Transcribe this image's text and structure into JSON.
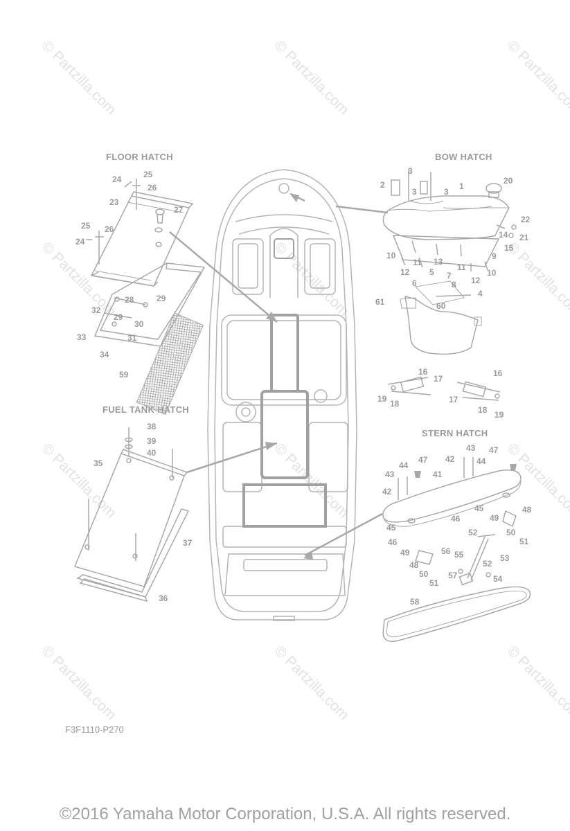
{
  "watermark": "© Partzilla.com",
  "sections": {
    "floor_hatch": "FLOOR HATCH",
    "bow_hatch": "BOW HATCH",
    "fuel_tank_hatch": "FUEL TANK HATCH",
    "stern_hatch": "STERN HATCH"
  },
  "drawing_code": "F3F1110-P270",
  "copyright": "©2016 Yamaha Motor Corporation, U.S.A. All rights reserved.",
  "callouts": {
    "floor": [
      "24",
      "25",
      "26",
      "23",
      "27",
      "25",
      "26",
      "24",
      "28",
      "29",
      "32",
      "29",
      "30",
      "33",
      "31",
      "34",
      "59"
    ],
    "bow": [
      "3",
      "2",
      "3",
      "3",
      "20",
      "1",
      "22",
      "14",
      "21",
      "15",
      "9",
      "10",
      "11",
      "13",
      "12",
      "11",
      "10",
      "12",
      "5",
      "7",
      "6",
      "8",
      "4",
      "61",
      "60"
    ],
    "middle": [
      "16",
      "17",
      "19",
      "18",
      "16",
      "17",
      "18",
      "19"
    ],
    "fuel": [
      "38",
      "39",
      "40",
      "35",
      "37",
      "36"
    ],
    "stern": [
      "43",
      "42",
      "44",
      "47",
      "44",
      "43",
      "41",
      "47",
      "42",
      "45",
      "46",
      "46",
      "45",
      "49",
      "48",
      "50",
      "51",
      "52",
      "53",
      "56",
      "55",
      "49",
      "48",
      "57",
      "50",
      "51",
      "52",
      "54",
      "58"
    ]
  }
}
